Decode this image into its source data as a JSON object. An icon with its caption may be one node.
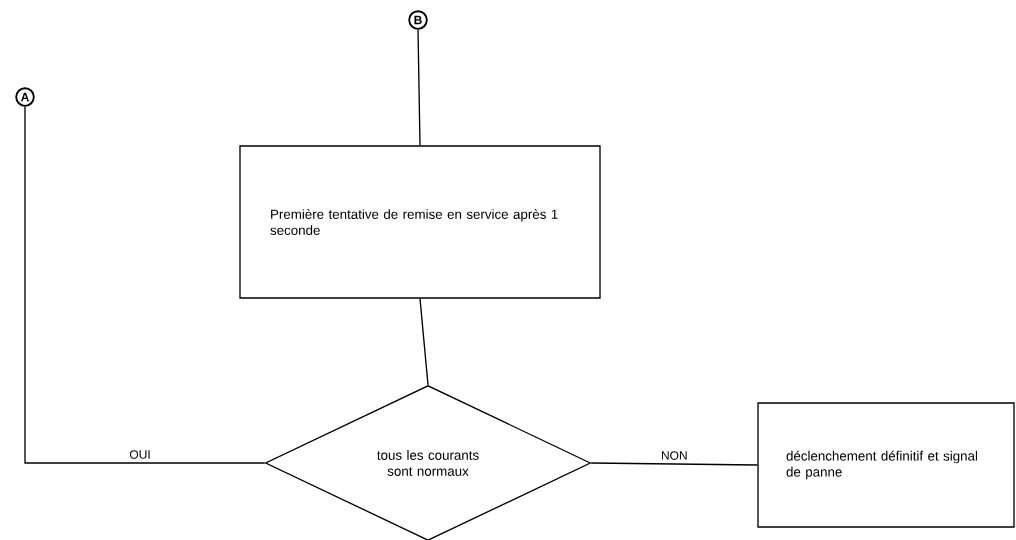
{
  "diagram": {
    "nodes": [
      {
        "text": [
          "A"
        ]
      },
      {
        "text": [
          "B"
        ]
      },
      {
        "text": [
          "Première tentative de remise en service après 1 seconde"
        ]
      },
      {
        "text": [
          "tous les courants sont normaux"
        ]
      },
      {
        "text": [
          "déclenchement définitif et signal de panne"
        ]
      }
    ],
    "edges": [
      {
        "from": 1,
        "to": 2,
        "arrow": "none"
      },
      {
        "from": 2,
        "to": 3,
        "arrow": "none"
      },
      {
        "from": 3,
        "to": 0,
        "arrow": "none",
        "label": "OUI"
      },
      {
        "from": 3,
        "to": 4,
        "arrow": "none",
        "label": "NON"
      }
    ]
  }
}
